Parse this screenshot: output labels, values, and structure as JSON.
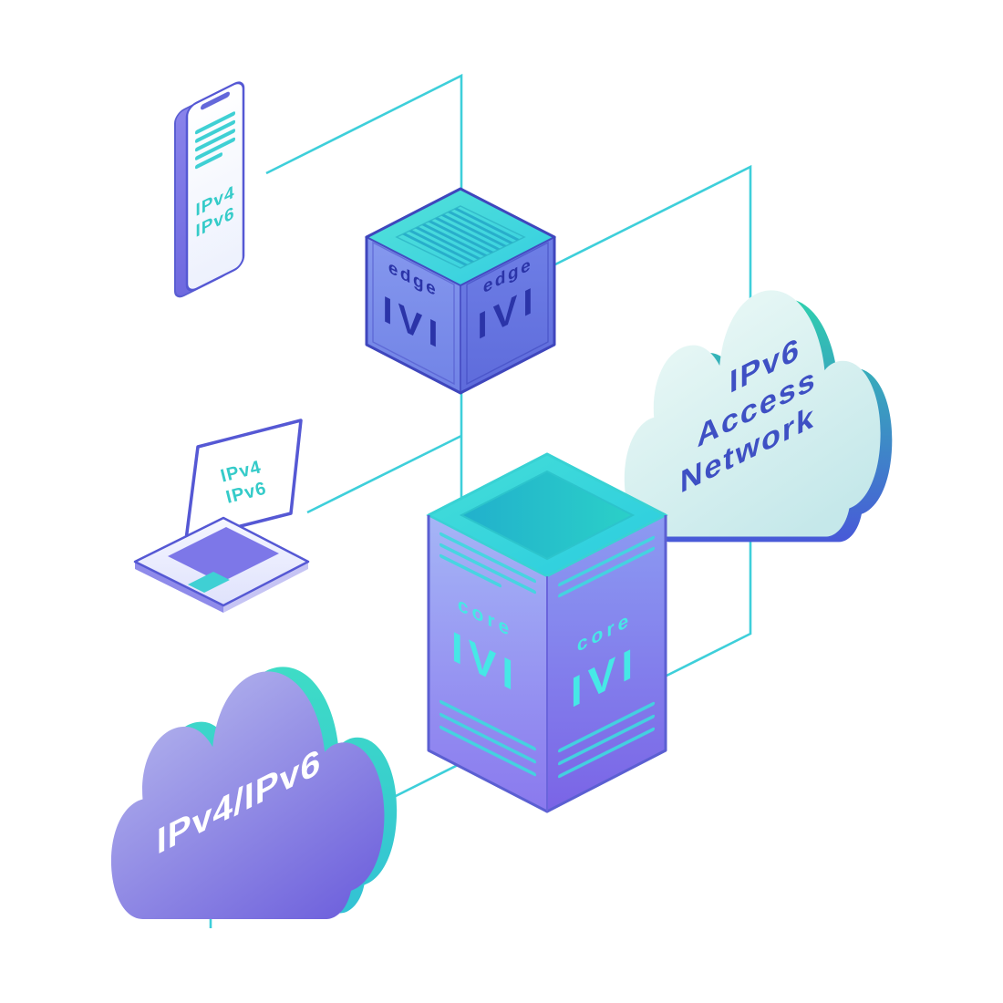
{
  "palette": {
    "connector": "#3ECFDA",
    "teal_accent": "#3FD2D6",
    "navy_label": "#2B34A8",
    "cloud_label_blue": "#3E50C4",
    "purple_node": "#7A70E2",
    "white_label": "#FFFFFF"
  },
  "nodes": {
    "phone": {
      "label": {
        "line1": "IPv4",
        "line2": "IPv6"
      }
    },
    "laptop": {
      "label": {
        "line1": "IPv4",
        "line2": "IPv6"
      }
    },
    "edge_router": {
      "left": {
        "name": "edge",
        "product": "IVI"
      },
      "right": {
        "name": "edge",
        "product": "IVI"
      }
    },
    "core_router": {
      "left": {
        "name": "core",
        "product": "IVI"
      },
      "right": {
        "name": "core",
        "product": "IVI"
      }
    },
    "ipv6_access_cloud": {
      "label": {
        "line1": "IPv6",
        "line2": "Access",
        "line3": "Network"
      }
    },
    "dual_stack_cloud": {
      "label": "IPv4/IPv6"
    }
  },
  "connections": [
    {
      "from": "phone",
      "to": "edge_router"
    },
    {
      "from": "edge_router",
      "to": "ipv6_access_cloud"
    },
    {
      "from": "laptop",
      "to": "core_router"
    },
    {
      "from": "ipv6_access_cloud",
      "to": "core_router"
    },
    {
      "from": "core_router",
      "to": "dual_stack_cloud"
    },
    {
      "from": "dual_stack_cloud",
      "to": "downlink"
    }
  ]
}
